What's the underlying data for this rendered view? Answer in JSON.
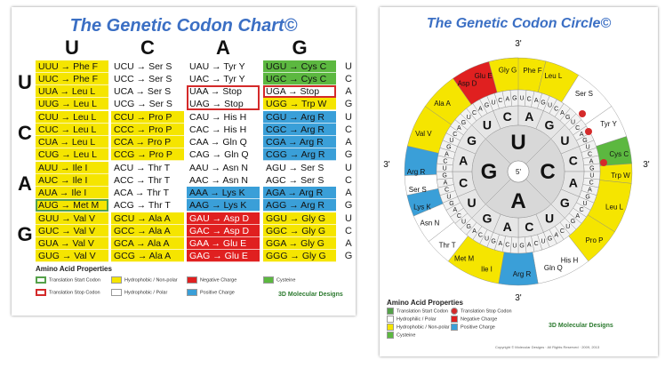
{
  "chart": {
    "title": "The Genetic Codon Chart©",
    "columns": [
      "U",
      "C",
      "A",
      "G"
    ],
    "rows": [
      "U",
      "C",
      "A",
      "G"
    ],
    "third": [
      "U",
      "C",
      "A",
      "G"
    ],
    "blocks": [
      [
        [
          [
            "UUU → Phe F",
            "h"
          ],
          [
            "UUC → Phe F",
            "h"
          ],
          [
            "UUA → Leu L",
            "h"
          ],
          [
            "UUG → Leu L",
            "h"
          ]
        ],
        [
          [
            "UCU → Ser S",
            "p"
          ],
          [
            "UCC → Ser S",
            "p"
          ],
          [
            "UCA → Ser S",
            "p"
          ],
          [
            "UCG → Ser S",
            "p"
          ]
        ],
        [
          [
            "UAU → Tyr Y",
            "p"
          ],
          [
            "UAC → Tyr Y",
            "p"
          ],
          [
            "UAA → Stop",
            "p"
          ],
          [
            "UAG → Stop",
            "p"
          ]
        ],
        [
          [
            "UGU → Cys C",
            "c"
          ],
          [
            "UGC → Cys C",
            "c"
          ],
          [
            "UGA → Stop",
            "p"
          ],
          [
            "UGG → Trp W",
            "h"
          ]
        ]
      ],
      [
        [
          [
            "CUU → Leu L",
            "h"
          ],
          [
            "CUC → Leu L",
            "h"
          ],
          [
            "CUA → Leu L",
            "h"
          ],
          [
            "CUG → Leu L",
            "h"
          ]
        ],
        [
          [
            "CCU → Pro P",
            "h"
          ],
          [
            "CCC → Pro P",
            "h"
          ],
          [
            "CCA → Pro P",
            "h"
          ],
          [
            "CCG → Pro P",
            "h"
          ]
        ],
        [
          [
            "CAU → His H",
            "p"
          ],
          [
            "CAC → His H",
            "p"
          ],
          [
            "CAA → Gln Q",
            "p"
          ],
          [
            "CAG → Gln Q",
            "p"
          ]
        ],
        [
          [
            "CGU → Arg R",
            "b"
          ],
          [
            "CGC → Arg R",
            "b"
          ],
          [
            "CGA → Arg R",
            "b"
          ],
          [
            "CGG → Arg R",
            "b"
          ]
        ]
      ],
      [
        [
          [
            "AUU → Ile I",
            "h"
          ],
          [
            "AUC → Ile I",
            "h"
          ],
          [
            "AUA → Ile I",
            "h"
          ],
          [
            "AUG → Met M",
            "h"
          ]
        ],
        [
          [
            "ACU → Thr T",
            "p"
          ],
          [
            "ACC → Thr T",
            "p"
          ],
          [
            "ACA → Thr T",
            "p"
          ],
          [
            "ACG → Thr T",
            "p"
          ]
        ],
        [
          [
            "AAU → Asn N",
            "p"
          ],
          [
            "AAC → Asn N",
            "p"
          ],
          [
            "AAA → Lys K",
            "b"
          ],
          [
            "AAG → Lys K",
            "b"
          ]
        ],
        [
          [
            "AGU → Ser S",
            "p"
          ],
          [
            "AGC → Ser S",
            "p"
          ],
          [
            "AGA → Arg R",
            "b"
          ],
          [
            "AGG → Arg R",
            "b"
          ]
        ]
      ],
      [
        [
          [
            "GUU → Val V",
            "h"
          ],
          [
            "GUC → Val V",
            "h"
          ],
          [
            "GUA → Val V",
            "h"
          ],
          [
            "GUG → Val V",
            "h"
          ]
        ],
        [
          [
            "GCU → Ala A",
            "h"
          ],
          [
            "GCC → Ala A",
            "h"
          ],
          [
            "GCA → Ala A",
            "h"
          ],
          [
            "GCG → Ala A",
            "h"
          ]
        ],
        [
          [
            "GAU → Asp D",
            "n"
          ],
          [
            "GAC → Asp D",
            "n"
          ],
          [
            "GAA → Glu E",
            "n"
          ],
          [
            "GAG → Glu E",
            "n"
          ]
        ],
        [
          [
            "GGU → Gly G",
            "h"
          ],
          [
            "GGC → Gly G",
            "h"
          ],
          [
            "GGA → Gly G",
            "h"
          ],
          [
            "GGG → Gly G",
            "h"
          ]
        ]
      ]
    ],
    "legend": {
      "title": "Amino Acid Properties",
      "items": [
        "Translation Start Codon",
        "Translation Stop Codon",
        "Hydrophobic / Non-polar",
        "Hydrophobic / Polar",
        "Negative Charge",
        "Positive Charge",
        "Cysteine"
      ]
    },
    "logo": "3D Molecular Designs"
  },
  "circle": {
    "title": "The Genetic Codon Circle©",
    "prime5": "5'",
    "prime3": "3'",
    "inner": [
      "U",
      "C",
      "A",
      "G"
    ],
    "amino_labels": [
      {
        "text": "Phe F",
        "angle": 8
      },
      {
        "text": "Leu L",
        "angle": 20
      },
      {
        "text": "Ser S",
        "angle": 40
      },
      {
        "text": "Tyr Y",
        "angle": 62
      },
      {
        "text": "Cys C",
        "angle": 80
      },
      {
        "text": "Trp W",
        "angle": 92
      },
      {
        "text": "Leu L",
        "angle": 110
      },
      {
        "text": "Pro P",
        "angle": 132
      },
      {
        "text": "His H",
        "angle": 150
      },
      {
        "text": "Gln Q",
        "angle": 160
      },
      {
        "text": "Arg R",
        "angle": 178
      },
      {
        "text": "Ile I",
        "angle": 198
      },
      {
        "text": "Met M",
        "angle": 212
      },
      {
        "text": "Thr T",
        "angle": 224
      },
      {
        "text": "Asn N",
        "angle": 240
      },
      {
        "text": "Lys K",
        "angle": 250
      },
      {
        "text": "Ser S",
        "angle": 260
      },
      {
        "text": "Arg R",
        "angle": 270
      },
      {
        "text": "Val V",
        "angle": 292
      },
      {
        "text": "Ala A",
        "angle": 312
      },
      {
        "text": "Asp D",
        "angle": 330
      },
      {
        "text": "Glu E",
        "angle": 340
      },
      {
        "text": "Gly G",
        "angle": 354
      }
    ],
    "legend": {
      "title": "Amino Acid Properties",
      "items": [
        "Translation Start Codon",
        "Translation Stop Codon",
        "Hydrophilic / Polar",
        "Negative Charge",
        "Hydrophobic / Non-polar",
        "Positive Charge",
        "Cysteine"
      ]
    },
    "logo": "3D Molecular Designs",
    "copyright": "Copyright © Molecular Designs · All Rights Reserved · 2009, 2013"
  },
  "colors": {
    "hydrophobic": "#f5e500",
    "polar": "#ffffff",
    "negative": "#e02020",
    "positive": "#3a9fd8",
    "cysteine": "#5cb840",
    "start": "#55a14a",
    "stop": "#d42a2a",
    "title": "#3b6fc4"
  }
}
